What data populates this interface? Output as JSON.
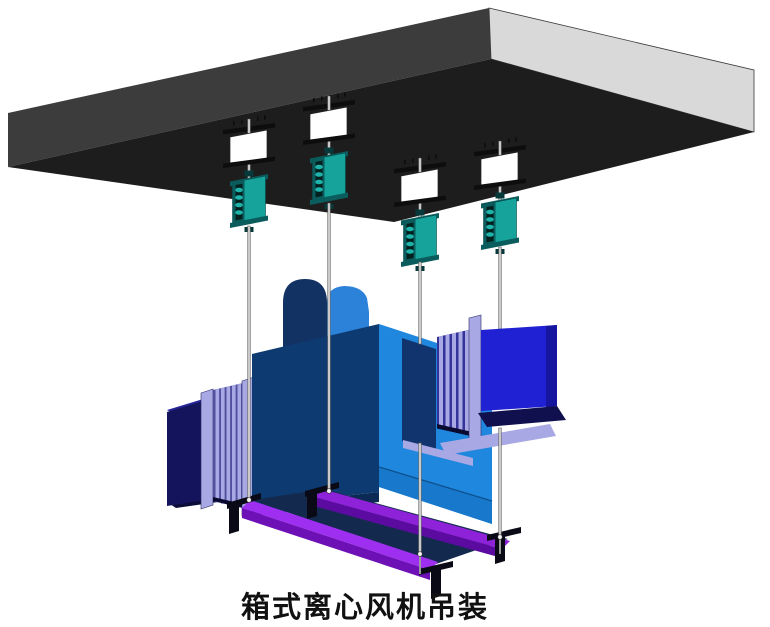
{
  "caption": {
    "text": "箱式离心风机吊装"
  },
  "scene": {
    "kind": "3d-installation-diagram",
    "subject": "box-type-centrifugal-fan-suspended-from-ceiling-slab",
    "hanger_count": 4,
    "rail_count": 2,
    "components": {
      "slab": "concrete-ceiling-slab",
      "anchor_plate": "embedded-anchor-plate",
      "isolator": "spring-vibration-isolator",
      "rod": "threaded-hanger-rod",
      "fan": "box-type-centrifugal-fan-housing",
      "motor": "motor-dome",
      "inlet": "inlet-flexible-duct-connector",
      "outlet": "outlet-flexible-duct-connector",
      "rails": "channel-steel-support-rails"
    }
  },
  "colors": {
    "background": "#ffffff",
    "caption": "#111111",
    "slabFront": "#3c3c3c",
    "slabSide": "#d9d9d9",
    "slabBottom": "#1d1d1d",
    "plate": "#ffffff",
    "bar": "#0d0d0d",
    "rod": "#c9c9c9",
    "isoDark": "#0b5c5c",
    "isoBright": "#16a39b",
    "isoSlot": "#03201f",
    "isoCoil": "#1eb4ab",
    "houseFront": "#0e3a72",
    "houseRight": "#1f87de",
    "houseBaseTint": "#1878cc",
    "houseBaseFront": "#0b2b56",
    "domeFront": "#133264",
    "domeSide": "#2b82d8",
    "leftDuct": "#14145c",
    "leftDuctTop": "#26269a",
    "lavender": "#a8a8e4",
    "accordionGap": "#50509e",
    "accordionGapR": "#33339a",
    "outletBlue": "#2121d4",
    "outletShade": "#15159e",
    "insetNavy": "#12346e",
    "ductBottomDark": "#10104e",
    "platform": "#132a4e",
    "railTopFront": "#9e2ff0",
    "railSideFront": "#6d10b6",
    "railTopBack": "#8d22d8",
    "railSideBack": "#5c0ba0",
    "bracket": "#0a0a16",
    "shadowDark": "#0c0c38"
  }
}
